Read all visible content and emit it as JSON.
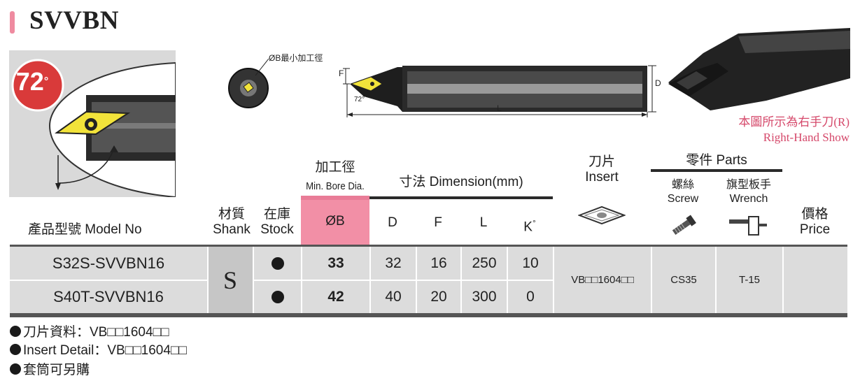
{
  "page": {
    "title": "SVVBN",
    "accent_color": "#ef8ba0"
  },
  "badge": {
    "angle": "72",
    "degree_mark": "°",
    "color": "#d93a3a"
  },
  "diagram": {
    "bore_label": "ØB最小加工徑",
    "f_label": "F",
    "d_label": "D",
    "l_label": "L",
    "angle_label": "72°"
  },
  "caption": {
    "zh": "本圖所示為右手刀(R)",
    "en": "Right-Hand Show",
    "color": "#d5486a"
  },
  "table": {
    "headers": {
      "model": "產品型號 Model No",
      "shank_zh": "材質",
      "shank_en": "Shank",
      "stock_zh": "在庫",
      "stock_en": "Stock",
      "bore_zh": "加工徑",
      "bore_en": "Min. Bore Dia.",
      "bore_symbol": "ØB",
      "dimension": "寸法 Dimension(mm)",
      "d": "D",
      "f": "F",
      "l": "L",
      "k": "K",
      "k_sup": "°",
      "insert_zh": "刀片",
      "insert_en": "Insert",
      "parts": "零件 Parts",
      "screw_zh": "螺絲",
      "screw_en": "Screw",
      "wrench_zh": "旗型板手",
      "wrench_en": "Wrench",
      "price_zh": "價格",
      "price_en": "Price"
    },
    "shank_value": "S",
    "rows": [
      {
        "model": "S32S-SVVBN16",
        "bore": "33",
        "d": "32",
        "f": "16",
        "l": "250",
        "k": "10"
      },
      {
        "model": "S40T-SVVBN16",
        "bore": "42",
        "d": "40",
        "f": "20",
        "l": "300",
        "k": "0"
      }
    ],
    "insert": "VB□□1604□□",
    "screw": "CS35",
    "wrench": "T-15",
    "price": ""
  },
  "notes": [
    "刀片資料：VB□□1604□□",
    "Insert Detail：VB□□1604□□",
    "套筒可另購"
  ],
  "icons": [
    "degree-badge",
    "insert-diamond-icon",
    "screw-icon",
    "wrench-icon"
  ]
}
